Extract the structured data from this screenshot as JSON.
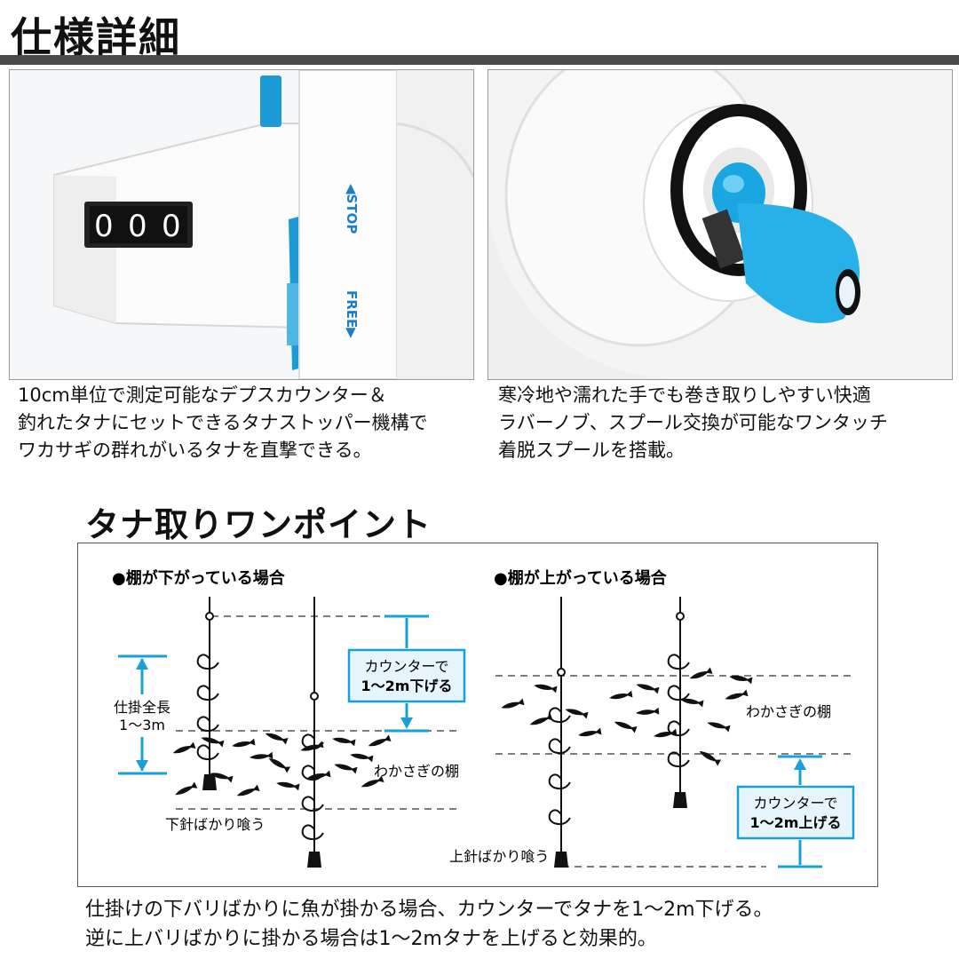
{
  "header": {
    "title": "仕様詳細"
  },
  "photo_left": {
    "counter_digits": [
      "0",
      "0",
      "0"
    ],
    "stop_label": "◀STOP",
    "free_label": "FREE▶"
  },
  "caption_left": [
    "10cm単位で測定可能なデプスカウンター＆",
    "釣れたタナにセットできるタナストッパー機構で",
    "ワカサギの群れがいるタナを直撃できる。"
  ],
  "caption_right": [
    "寒冷地や濡れた手でも巻き取りしやすい快適",
    "ラバーノブ、スプール交換が可能なワンタッチ",
    "着脱スプールを搭載。"
  ],
  "section": {
    "title": "タナ取りワンポイント"
  },
  "diagram": {
    "left": {
      "heading": "●棚が下がっている場合",
      "length_label_1": "仕掛全長",
      "length_label_2": "1～3m",
      "counter_label_1": "カウンターで",
      "counter_label_2": "1～2m下げる",
      "school_label": "わかさぎの棚",
      "bite_label": "下針ばかり喰う"
    },
    "right": {
      "heading": "●棚が上がっている場合",
      "school_label": "わかさぎの棚",
      "counter_label_1": "カウンターで",
      "counter_label_2": "1～2m上げる",
      "bite_label": "上針ばかり喰う"
    },
    "colors": {
      "accent_blue": "#1aa0d8",
      "box_fill": "#e6f4fb"
    }
  },
  "bottom_text": [
    "仕掛けの下バリばかりに魚が掛かる場合、カウンターでタナを1～2m下げる。",
    "逆に上バリばかりに掛かる場合は1～2mタナを上げると効果的。"
  ]
}
